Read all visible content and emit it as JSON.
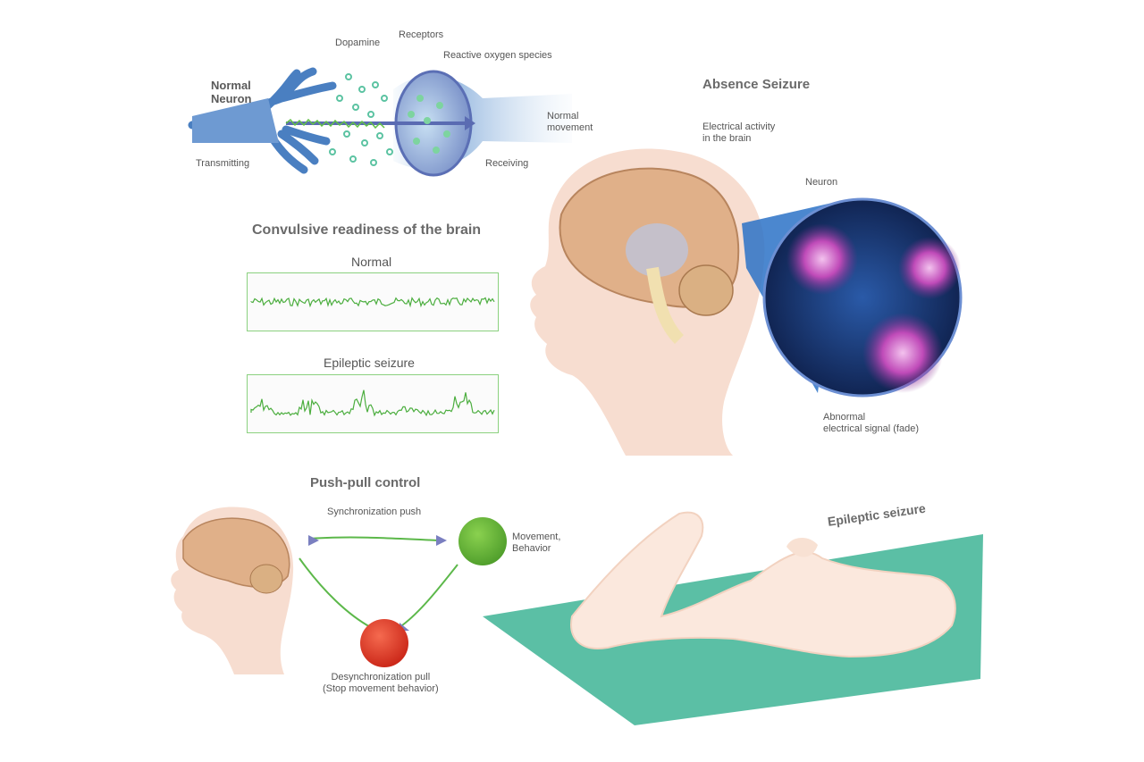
{
  "neuron": {
    "title": "Normal\nNeuron",
    "dopamine": "Dopamine",
    "receptors": "Receptors",
    "ros": "Reactive oxygen species",
    "transmitting": "Transmitting",
    "receiving": "Receiving",
    "movement": "Normal\nmovement"
  },
  "convulsive": {
    "title": "Convulsive readiness of the brain",
    "normal": "Normal",
    "epileptic": "Epileptic seizure"
  },
  "absence": {
    "title": "Absence Seizure",
    "electrical": "Electrical activity\nin the brain",
    "neuron": "Neuron",
    "abnormal": "Abnormal\nelectrical signal (fade)"
  },
  "pushpull": {
    "title": "Push-pull control",
    "sync": "Synchronization push",
    "movement": "Movement,\nBehavior",
    "desync": "Desynchronization pull\n(Stop movement behavior)"
  },
  "seizure": {
    "title": "Epileptic seizure"
  },
  "colors": {
    "accent_green": "#3fb23a",
    "wave_green": "#4cae3f",
    "skin": "#f6dccd",
    "neuron_blue": "#4a7fc1",
    "mat_teal": "#5bbfa5",
    "ball_green": "#6cbf3b",
    "ball_red": "#e23a26"
  }
}
